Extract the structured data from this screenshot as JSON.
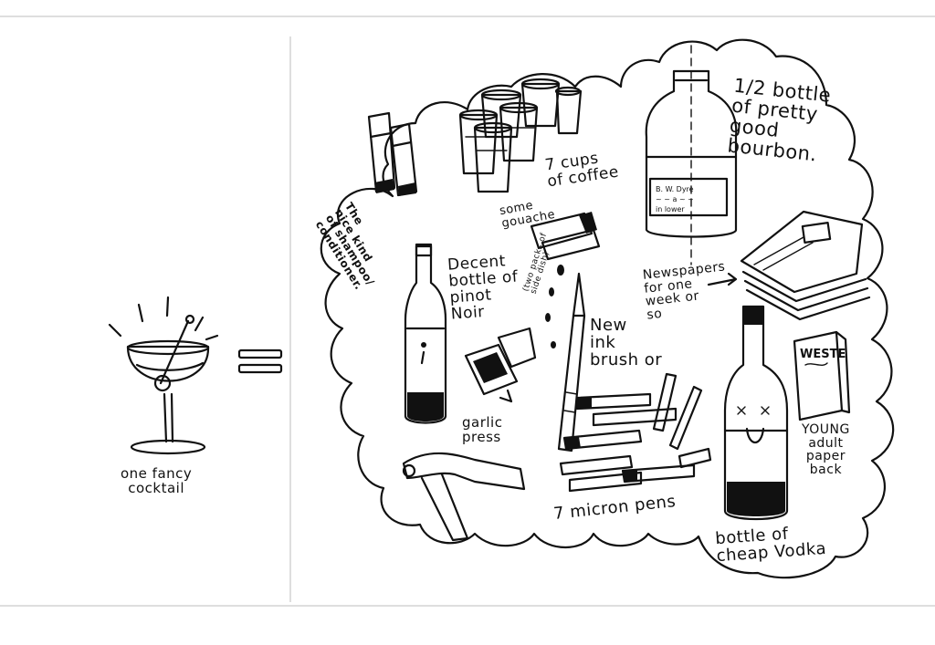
{
  "labels": {
    "cocktail": "one fancy\ncocktail",
    "shampoo": "The\nnice kind\nof shampoo/\nconditioner.",
    "coffee": "7 cups\nof coffee",
    "bourbon": "1/2 bottle\nof pretty\ngood\nbourbon.",
    "gouache": "some\ngouache",
    "pinot": "Decent\nbottle of\npinot\nNoir",
    "sidedish": "(two packs of\nside dish)",
    "newspapers": "Newspapers\nfor one\nweek or\nso",
    "brush": "New\nink\nbrush or",
    "garlic": "garlic\npress",
    "pens": "7 micron pens",
    "paperback": "YOUNG\nadult\npaper\nback",
    "vodka": "bottle of\ncheap Vodka",
    "bourbon_bottle_label": "B. W. Dyre\n~ ~ a ~ ~\nin lower",
    "book_title": "WESTE"
  },
  "colors": {
    "ink": "#111111",
    "paper": "#ffffff",
    "faint": "#c9c9c9"
  }
}
